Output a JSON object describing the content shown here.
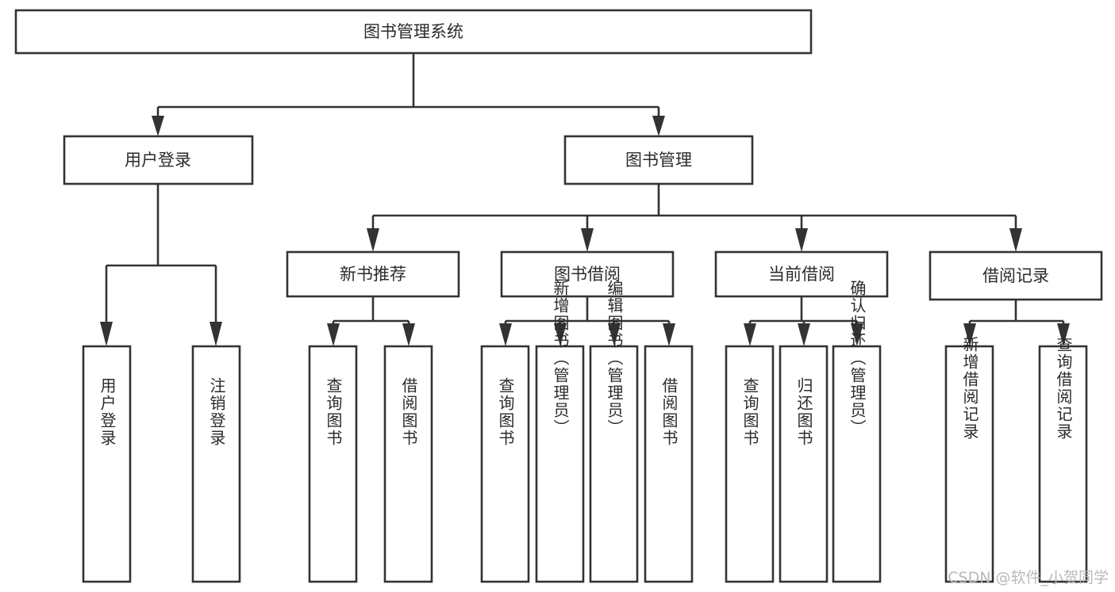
{
  "diagram": {
    "title": "图书管理系统",
    "type": "tree-hierarchy",
    "colors": {
      "box_stroke": "#333333",
      "box_fill": "#ffffff",
      "text": "#2b2b2b",
      "connector": "#333333",
      "background": "#ffffff",
      "watermark": "#b9b9b9"
    },
    "root": {
      "label": "图书管理系统"
    },
    "level2": [
      {
        "label": "用户登录"
      },
      {
        "label": "图书管理"
      }
    ],
    "level3": [
      {
        "label": "新书推荐"
      },
      {
        "label": "图书借阅"
      },
      {
        "label": "当前借阅"
      },
      {
        "label": "借阅记录"
      }
    ],
    "leaves": {
      "user_login": [
        {
          "label": "用户登录"
        },
        {
          "label": "注销登录"
        }
      ],
      "new_book_recommend": [
        {
          "label": "查询图书"
        },
        {
          "label": "借阅图书"
        }
      ],
      "book_borrow": [
        {
          "label": "查询图书"
        },
        {
          "label": "新增图书（管理员）"
        },
        {
          "label": "编辑图书（管理员）"
        },
        {
          "label": "借阅图书"
        }
      ],
      "current_borrow": [
        {
          "label": "查询图书"
        },
        {
          "label": "归还图书"
        },
        {
          "label": "确认归还（管理员）"
        }
      ],
      "borrow_record": [
        {
          "label": "新增借阅记录"
        },
        {
          "label": "查询借阅记录"
        }
      ]
    }
  },
  "watermark": {
    "text": "CSDN @软件_小贺同学"
  }
}
